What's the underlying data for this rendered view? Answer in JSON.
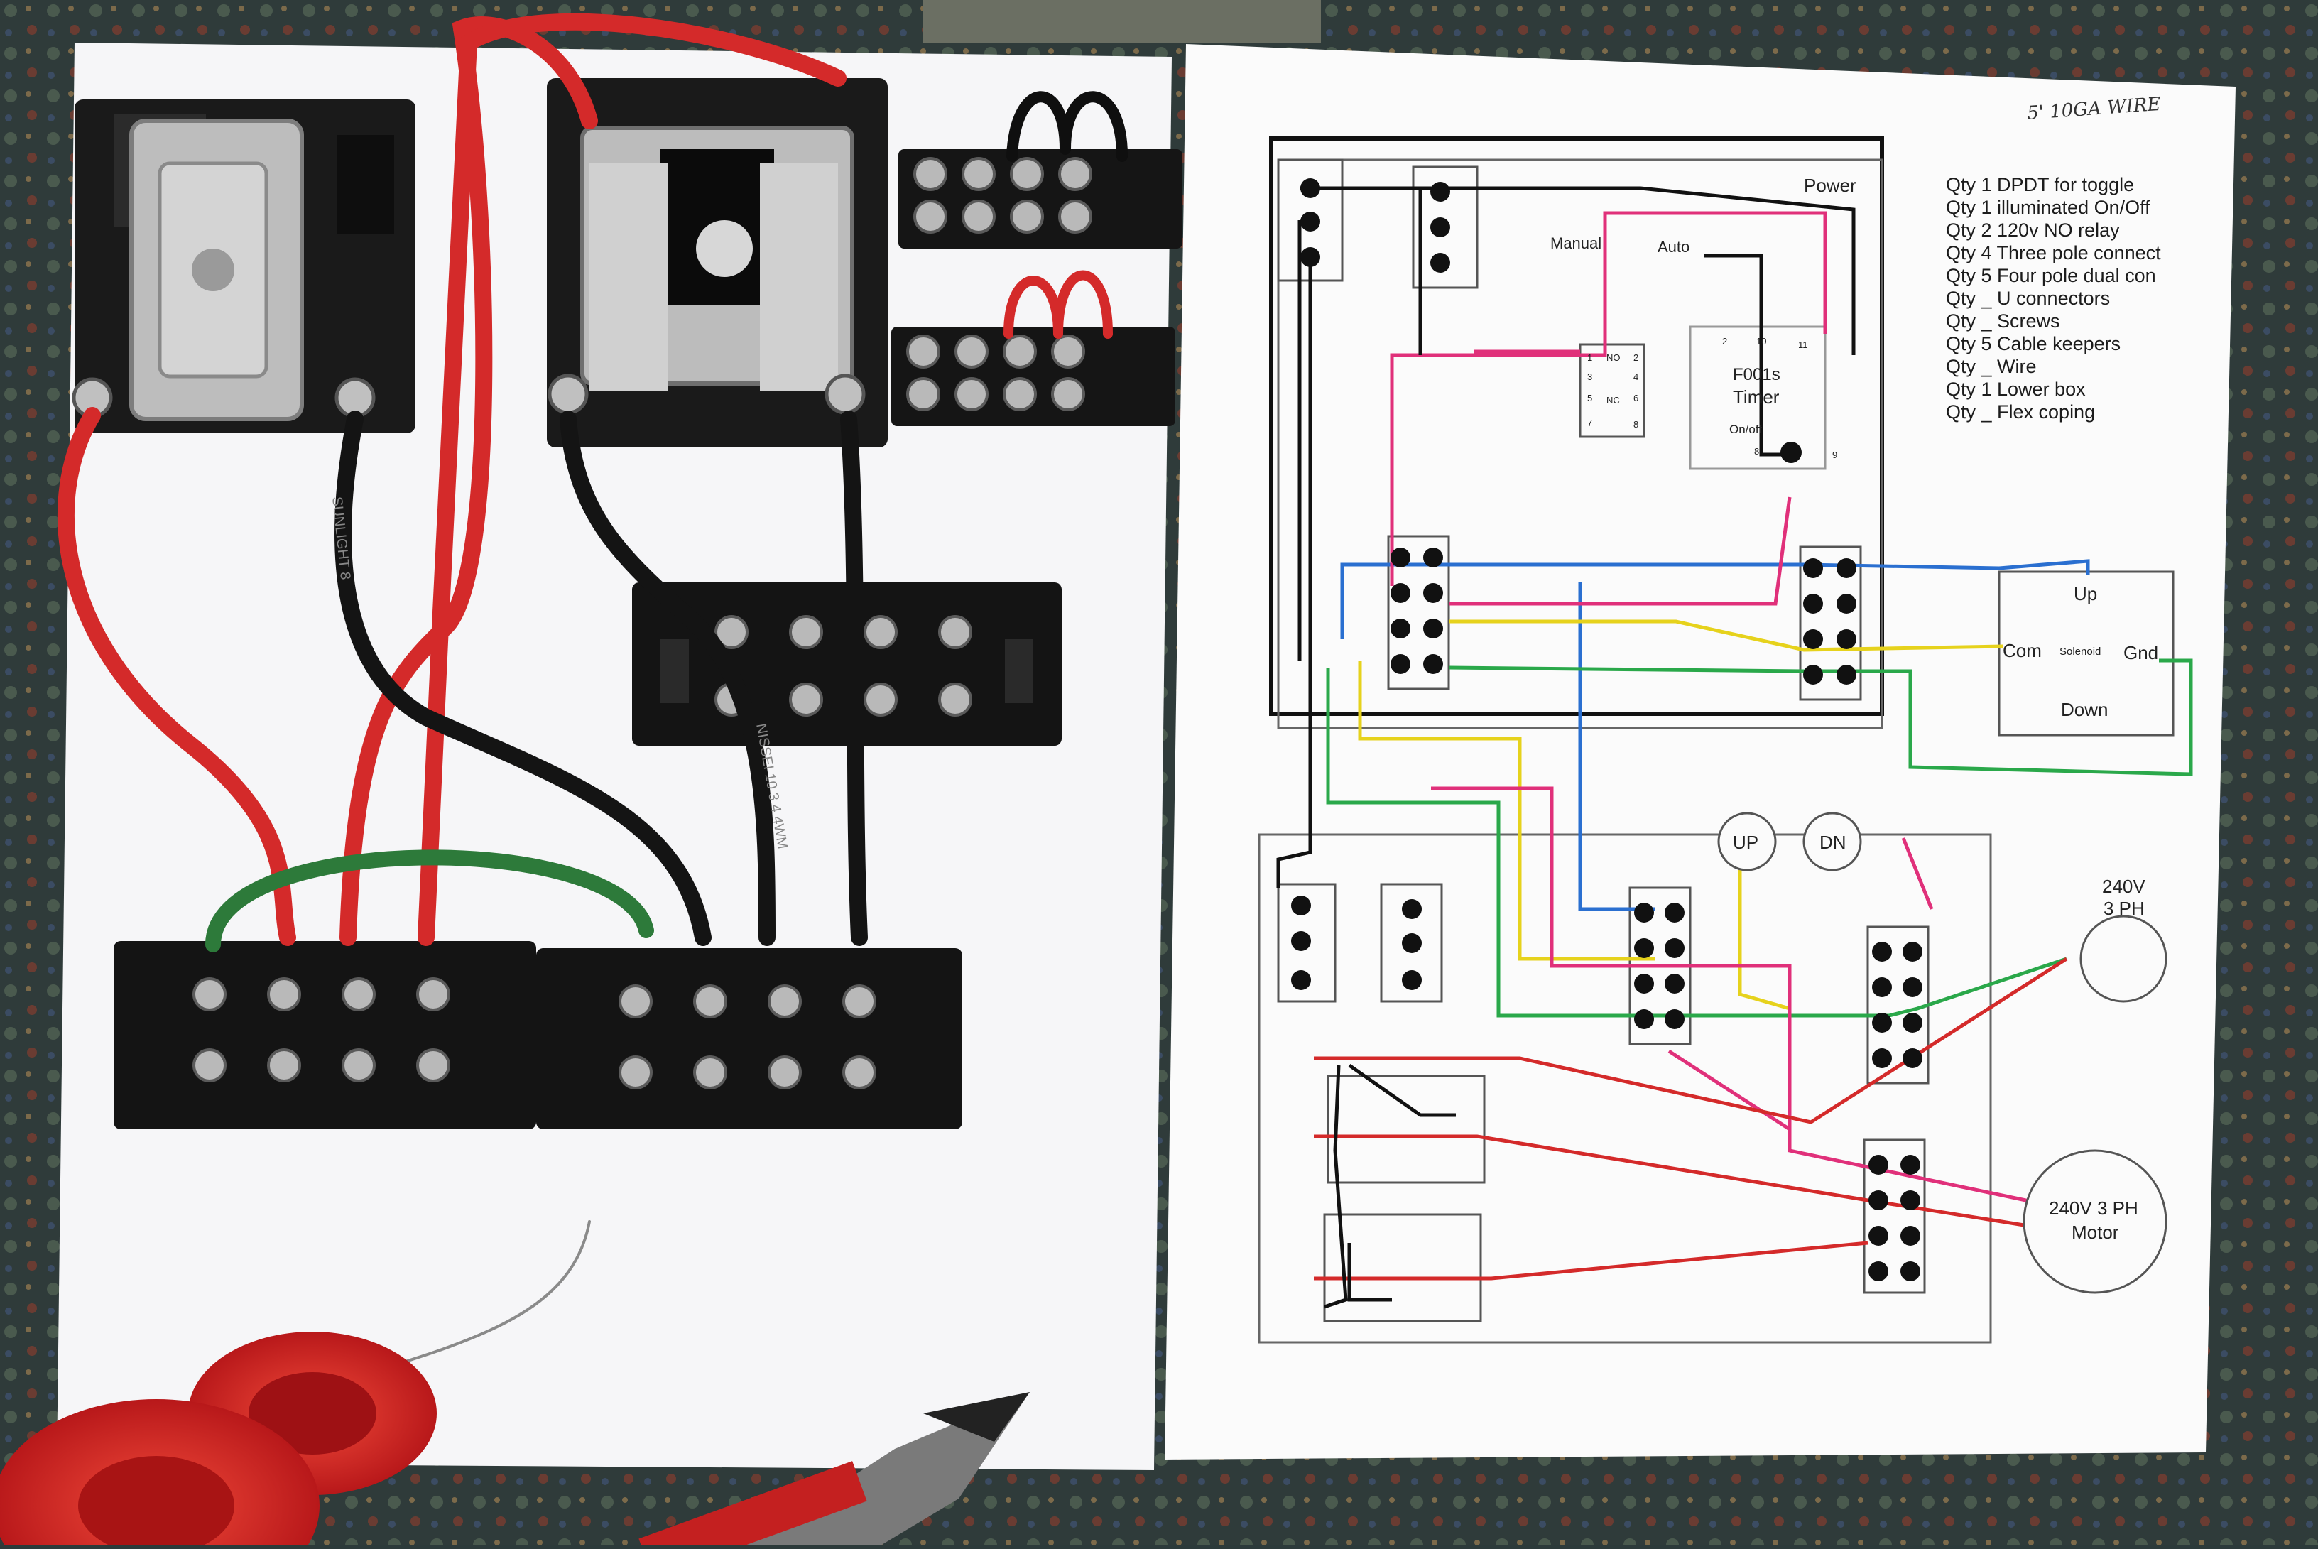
{
  "diagram": {
    "handwritten_note": "5' 10GA WIRE",
    "power_label": "Power",
    "manual_label": "Manual",
    "auto_label": "Auto",
    "timer_model": "F001s",
    "timer_title": "Timer",
    "timer_onoff": "On/off",
    "timer_pins": [
      "2",
      "10",
      "11",
      "8",
      "9"
    ],
    "relay_pins": [
      "1",
      "NO",
      "2",
      "3",
      "4",
      "5",
      "NC",
      "6",
      "7",
      "8"
    ],
    "solenoid": {
      "up": "Up",
      "com": "Com",
      "center": "Solenoid",
      "gnd": "Gnd",
      "down": "Down"
    },
    "up_button": "UP",
    "dn_button": "DN",
    "outlet_label_line1": "240V",
    "outlet_label_line2": "3 PH",
    "motor_line1": "240V 3 PH",
    "motor_line2": "Motor",
    "parts_list": [
      "Qty 1 DPDT for toggle",
      "Qty 1 illuminated On/Off",
      "Qty 2 120v NO relay",
      "Qty 4 Three pole connect",
      "Qty 5 Four pole dual con",
      "Qty _ U connectors",
      "Qty _ Screws",
      "Qty 5 Cable keepers",
      "Qty _ Wire",
      "Qty 1 Lower box",
      "Qty _ Flex coping"
    ]
  },
  "board": {
    "wire_print_1": "SUNLIGHT 8",
    "wire_print_2": "NISSEI 10 3 4 4WM"
  },
  "colors": {
    "wire_red": "#d42a2a",
    "wire_black": "#141414",
    "wire_green": "#2d7a3a",
    "diagram_blue": "#2a6fd0",
    "diagram_yellow": "#e6d21c",
    "diagram_green": "#2aa84a",
    "diagram_pink": "#e0307a"
  }
}
